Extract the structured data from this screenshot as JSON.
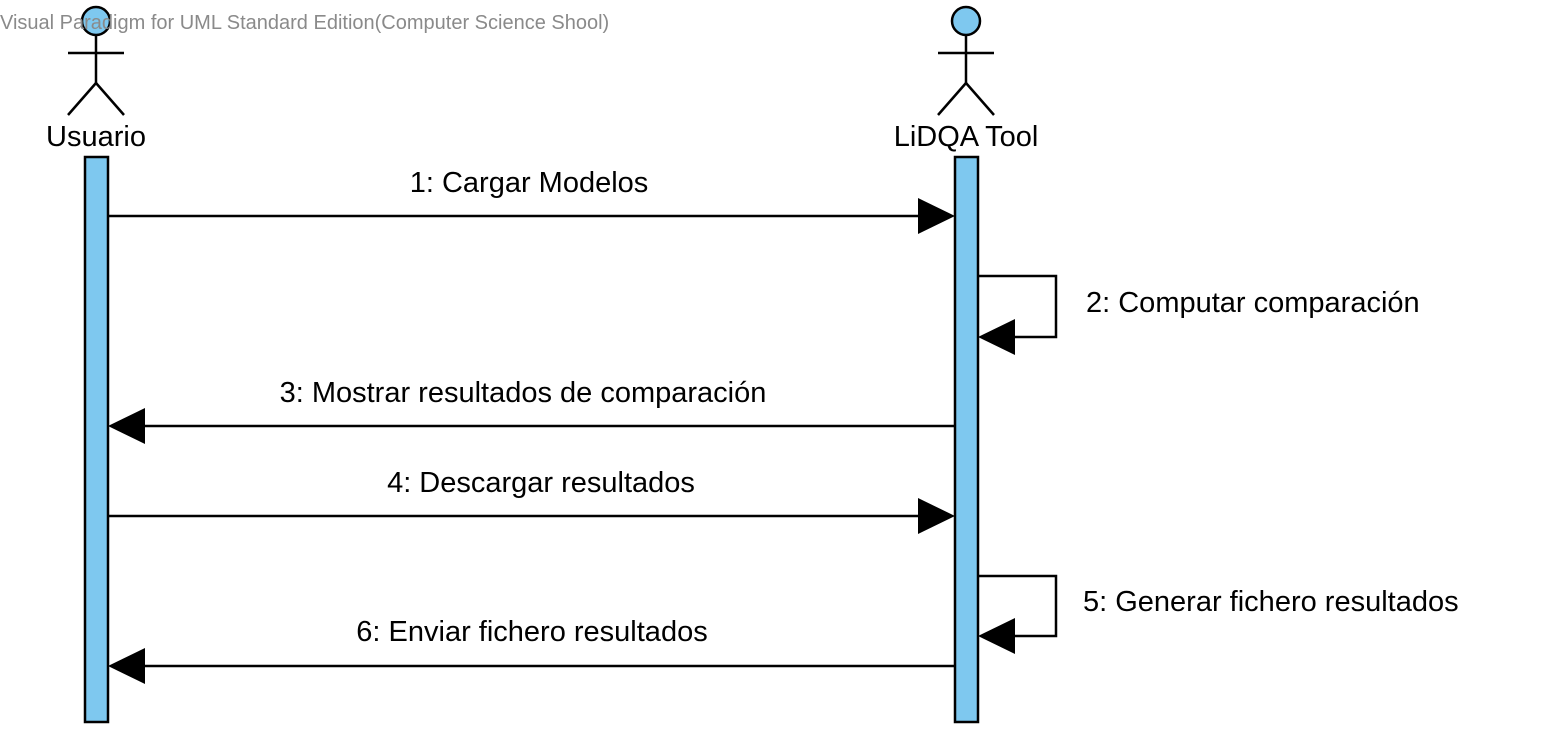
{
  "watermark": "Visual Paradigm for UML Standard Edition(Computer Science Shool)",
  "colors": {
    "lifeline_fill": "#7ec8ef",
    "actor_head": "#7ec8ef",
    "stroke": "#000000"
  },
  "actors": [
    {
      "id": "usuario",
      "name": "Usuario"
    },
    {
      "id": "lidqa",
      "name": "LiDQA Tool"
    }
  ],
  "messages": [
    {
      "num": 1,
      "label": "1: Cargar Modelos",
      "from": "usuario",
      "to": "lidqa"
    },
    {
      "num": 2,
      "label": "2: Computar comparación",
      "from": "lidqa",
      "to": "lidqa"
    },
    {
      "num": 3,
      "label": "3: Mostrar resultados de comparación",
      "from": "lidqa",
      "to": "usuario"
    },
    {
      "num": 4,
      "label": "4: Descargar resultados",
      "from": "usuario",
      "to": "lidqa"
    },
    {
      "num": 5,
      "label": "5: Generar fichero resultados",
      "from": "lidqa",
      "to": "lidqa"
    },
    {
      "num": 6,
      "label": "6: Enviar fichero resultados",
      "from": "lidqa",
      "to": "usuario"
    }
  ]
}
